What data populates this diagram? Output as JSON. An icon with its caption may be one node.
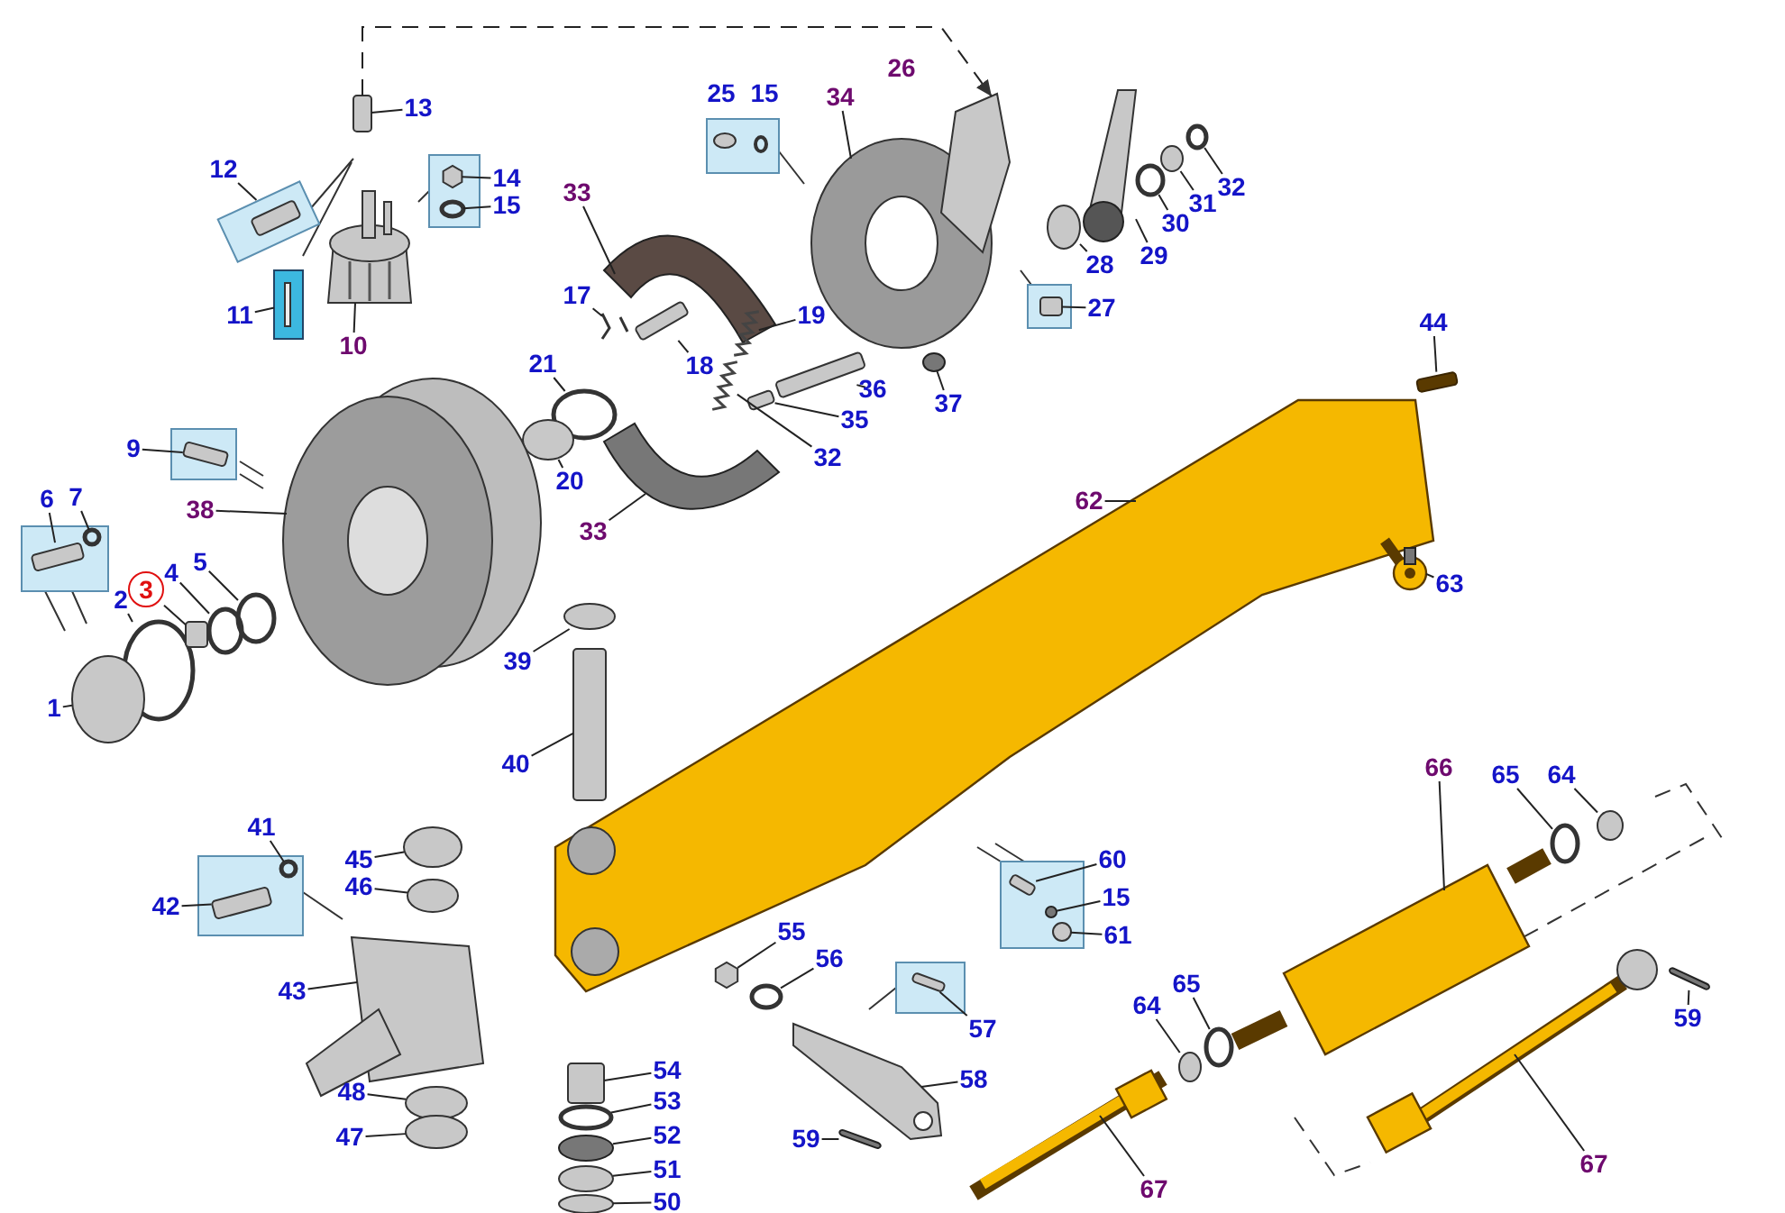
{
  "diagram": {
    "nodes": [
      {
        "text": [
          "13"
        ]
      },
      {
        "text": [
          "34"
        ]
      },
      {
        "text": [
          "14"
        ]
      },
      {
        "text": [
          "15"
        ]
      },
      {
        "text": [
          "12"
        ]
      },
      {
        "text": [
          "33"
        ]
      },
      {
        "text": [
          "32"
        ]
      },
      {
        "text": [
          "31"
        ]
      },
      {
        "text": [
          "30"
        ]
      },
      {
        "text": [
          "29"
        ]
      },
      {
        "text": [
          "28"
        ]
      },
      {
        "text": [
          "17"
        ]
      },
      {
        "text": [
          "19"
        ]
      },
      {
        "text": [
          "18"
        ]
      },
      {
        "text": [
          "11"
        ]
      },
      {
        "text": [
          "10"
        ]
      },
      {
        "text": [
          "27"
        ]
      },
      {
        "text": [
          "44"
        ]
      },
      {
        "text": [
          "36"
        ]
      },
      {
        "text": [
          "37"
        ]
      },
      {
        "text": [
          "21"
        ]
      },
      {
        "text": [
          "35"
        ]
      },
      {
        "text": [
          "20"
        ]
      },
      {
        "text": [
          "9"
        ]
      },
      {
        "text": [
          "32"
        ]
      },
      {
        "text": [
          "62"
        ]
      },
      {
        "text": [
          "33"
        ]
      },
      {
        "text": [
          "38"
        ]
      },
      {
        "text": [
          "6"
        ]
      },
      {
        "text": [
          "7"
        ]
      },
      {
        "text": [
          "5"
        ]
      },
      {
        "text": [
          "4"
        ]
      },
      {
        "text": [
          "2"
        ]
      },
      {
        "text": [
          "3"
        ]
      },
      {
        "text": [
          "63"
        ]
      },
      {
        "text": [
          "39"
        ]
      },
      {
        "text": [
          "1"
        ]
      },
      {
        "text": [
          "40"
        ]
      },
      {
        "text": [
          "41"
        ]
      },
      {
        "text": [
          "66"
        ]
      },
      {
        "text": [
          "65"
        ]
      },
      {
        "text": [
          "64"
        ]
      },
      {
        "text": [
          "45"
        ]
      },
      {
        "text": [
          "60"
        ]
      },
      {
        "text": [
          "42"
        ]
      },
      {
        "text": [
          "46"
        ]
      },
      {
        "text": [
          "15"
        ]
      },
      {
        "text": [
          "61"
        ]
      },
      {
        "text": [
          "55"
        ]
      },
      {
        "text": [
          "56"
        ]
      },
      {
        "text": [
          "43"
        ]
      },
      {
        "text": [
          "64"
        ]
      },
      {
        "text": [
          "65"
        ]
      },
      {
        "text": [
          "57"
        ]
      },
      {
        "text": [
          "59"
        ]
      },
      {
        "text": [
          "58"
        ]
      },
      {
        "text": [
          "48"
        ]
      },
      {
        "text": [
          "54"
        ]
      },
      {
        "text": [
          "53"
        ]
      },
      {
        "text": [
          "47"
        ]
      },
      {
        "text": [
          "59"
        ]
      },
      {
        "text": [
          "52"
        ]
      },
      {
        "text": [
          "67"
        ]
      },
      {
        "text": [
          "51"
        ]
      },
      {
        "text": [
          "67"
        ]
      },
      {
        "text": [
          "50"
        ]
      },
      {
        "text": [],
        "shape": "box"
      },
      {
        "text": [],
        "shape": "picture"
      },
      {
        "text": [],
        "shape": "hexagon"
      },
      {
        "text": [],
        "shape": "circle"
      },
      {
        "text": [],
        "shape": "box"
      },
      {
        "text": [],
        "shape": "picture"
      },
      {
        "text": [],
        "shape": "circle"
      },
      {
        "text": [],
        "shape": "circle"
      },
      {
        "text": [],
        "shape": "circle"
      },
      {
        "text": [],
        "shape": "picture"
      },
      {
        "text": [],
        "shape": "circle"
      },
      {
        "text": [],
        "shape": "picture"
      },
      {
        "text": [],
        "shape": "picture"
      },
      {
        "text": [],
        "shape": "box"
      },
      {
        "text": [],
        "shape": "picture"
      },
      {
        "text": [],
        "shape": "picture"
      },
      {
        "text": [],
        "shape": "box"
      },
      {
        "text": [],
        "shape": "box"
      },
      {
        "text": [],
        "shape": "box"
      },
      {
        "text": [],
        "shape": "circle"
      },
      {
        "text": [],
        "shape": "circle"
      },
      {
        "text": [],
        "shape": "box"
      },
      {
        "text": [],
        "shape": "circle"
      },
      {
        "text": [],
        "shape": "box"
      },
      {
        "text": [],
        "shape": "picture"
      },
      {
        "text": [],
        "shape": "picture"
      },
      {
        "text": [],
        "shape": "picture"
      },
      {
        "text": [],
        "shape": "picture"
      },
      {
        "text": [],
        "shape": "box"
      },
      {
        "text": [],
        "shape": "circle"
      },
      {
        "text": [],
        "shape": "circle"
      },
      {
        "text": [],
        "shape": "circle"
      },
      {
        "text": [],
        "shape": "circle"
      },
      {
        "text": [],
        "shape": "box"
      },
      {
        "text": [],
        "shape": "picture"
      },
      {
        "text": [],
        "shape": "circle"
      },
      {
        "text": [],
        "shape": "circle"
      },
      {
        "text": [],
        "shape": "box"
      },
      {
        "text": [],
        "shape": "circle"
      },
      {
        "text": [],
        "shape": "picture"
      },
      {
        "text": [],
        "shape": "circle"
      },
      {
        "text": [],
        "shape": "circle"
      },
      {
        "text": [],
        "shape": "circle"
      },
      {
        "text": [],
        "shape": "box"
      },
      {
        "text": [],
        "shape": "box"
      },
      {
        "text": [],
        "shape": "circle"
      },
      {
        "text": [],
        "shape": "circle"
      },
      {
        "text": [],
        "shape": "circle"
      },
      {
        "text": [],
        "shape": "hexagon"
      },
      {
        "text": [],
        "shape": "circle"
      },
      {
        "text": [],
        "shape": "picture"
      },
      {
        "text": [],
        "shape": "circle"
      },
      {
        "text": [],
        "shape": "circle"
      },
      {
        "text": [],
        "shape": "box"
      },
      {
        "text": [],
        "shape": "box"
      },
      {
        "text": [],
        "shape": "picture"
      },
      {
        "text": [],
        "shape": "circle"
      },
      {
        "text": [],
        "shape": "box"
      },
      {
        "text": [],
        "shape": "circle"
      },
      {
        "text": [],
        "shape": "circle"
      },
      {
        "text": [],
        "shape": "box"
      },
      {
        "text": [],
        "shape": "circle"
      },
      {
        "text": [],
        "shape": "picture"
      },
      {
        "text": [],
        "shape": "circle"
      },
      {
        "text": [],
        "shape": "picture"
      },
      {
        "text": [],
        "shape": "circle"
      }
    ],
    "edges": [
      {
        "from": 0,
        "to": 66,
        "arrow": "none"
      },
      {
        "from": 1,
        "to": 67,
        "arrow": "none"
      },
      {
        "from": 2,
        "to": 68,
        "arrow": "none"
      },
      {
        "from": 3,
        "to": 69,
        "arrow": "none"
      },
      {
        "from": 4,
        "to": 70,
        "arrow": "none"
      },
      {
        "from": 5,
        "to": 71,
        "arrow": "none"
      },
      {
        "from": 6,
        "to": 72,
        "arrow": "none"
      },
      {
        "from": 7,
        "to": 73,
        "arrow": "none"
      },
      {
        "from": 8,
        "to": 74,
        "arrow": "none"
      },
      {
        "from": 9,
        "to": 75,
        "arrow": "none"
      },
      {
        "from": 10,
        "to": 76,
        "arrow": "none"
      },
      {
        "from": 11,
        "to": 77,
        "arrow": "none"
      },
      {
        "from": 12,
        "to": 78,
        "arrow": "none"
      },
      {
        "from": 13,
        "to": 79,
        "arrow": "none"
      },
      {
        "from": 14,
        "to": 80,
        "arrow": "none"
      },
      {
        "from": 15,
        "to": 81,
        "arrow": "none"
      },
      {
        "from": 16,
        "to": 82,
        "arrow": "none"
      },
      {
        "from": 17,
        "to": 83,
        "arrow": "none"
      },
      {
        "from": 18,
        "to": 84,
        "arrow": "none"
      },
      {
        "from": 19,
        "to": 85,
        "arrow": "none"
      },
      {
        "from": 20,
        "to": 86,
        "arrow": "none"
      },
      {
        "from": 21,
        "to": 87,
        "arrow": "none"
      },
      {
        "from": 22,
        "to": 88,
        "arrow": "none"
      },
      {
        "from": 23,
        "to": 89,
        "arrow": "none"
      },
      {
        "from": 24,
        "to": 90,
        "arrow": "none"
      },
      {
        "from": 25,
        "to": 91,
        "arrow": "none"
      },
      {
        "from": 26,
        "to": 92,
        "arrow": "none"
      },
      {
        "from": 27,
        "to": 93,
        "arrow": "none"
      },
      {
        "from": 28,
        "to": 94,
        "arrow": "none"
      },
      {
        "from": 29,
        "to": 95,
        "arrow": "none"
      },
      {
        "from": 30,
        "to": 96,
        "arrow": "none"
      },
      {
        "from": 31,
        "to": 97,
        "arrow": "none"
      },
      {
        "from": 32,
        "to": 98,
        "arrow": "none"
      },
      {
        "from": 33,
        "to": 99,
        "arrow": "none"
      },
      {
        "from": 34,
        "to": 100,
        "arrow": "none"
      },
      {
        "from": 35,
        "to": 101,
        "arrow": "none"
      },
      {
        "from": 36,
        "to": 102,
        "arrow": "none"
      },
      {
        "from": 37,
        "to": 103,
        "arrow": "none"
      },
      {
        "from": 38,
        "to": 104,
        "arrow": "none"
      },
      {
        "from": 39,
        "to": 105,
        "arrow": "none"
      },
      {
        "from": 40,
        "to": 106,
        "arrow": "none"
      },
      {
        "from": 41,
        "to": 107,
        "arrow": "none"
      },
      {
        "from": 42,
        "to": 108,
        "arrow": "none"
      },
      {
        "from": 43,
        "to": 109,
        "arrow": "none"
      },
      {
        "from": 44,
        "to": 110,
        "arrow": "none"
      },
      {
        "from": 45,
        "to": 111,
        "arrow": "none"
      },
      {
        "from": 46,
        "to": 112,
        "arrow": "none"
      },
      {
        "from": 47,
        "to": 113,
        "arrow": "none"
      },
      {
        "from": 48,
        "to": 114,
        "arrow": "none"
      },
      {
        "from": 49,
        "to": 115,
        "arrow": "none"
      },
      {
        "from": 50,
        "to": 116,
        "arrow": "none"
      },
      {
        "from": 51,
        "to": 117,
        "arrow": "none"
      },
      {
        "from": 52,
        "to": 118,
        "arrow": "none"
      },
      {
        "from": 53,
        "to": 119,
        "arrow": "none"
      },
      {
        "from": 54,
        "to": 120,
        "arrow": "none"
      },
      {
        "from": 55,
        "to": 121,
        "arrow": "none"
      },
      {
        "from": 56,
        "to": 122,
        "arrow": "none"
      },
      {
        "from": 57,
        "to": 123,
        "arrow": "none"
      },
      {
        "from": 58,
        "to": 124,
        "arrow": "none"
      },
      {
        "from": 59,
        "to": 125,
        "arrow": "none"
      },
      {
        "from": 60,
        "to": 126,
        "arrow": "none"
      },
      {
        "from": 61,
        "to": 127,
        "arrow": "none"
      },
      {
        "from": 62,
        "to": 128,
        "arrow": "none"
      },
      {
        "from": 63,
        "to": 129,
        "arrow": "none"
      },
      {
        "from": 64,
        "to": 130,
        "arrow": "none"
      },
      {
        "from": 65,
        "to": 131,
        "arrow": "none"
      },
      {
        "from": 66,
        "to": 67,
        "arrow": "to",
        "style": "dashed"
      }
    ],
    "labels": [
      "26",
      "25",
      "15"
    ]
  }
}
